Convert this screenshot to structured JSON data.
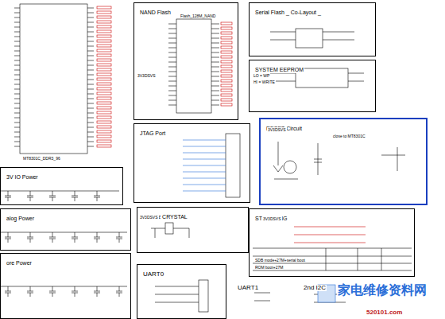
{
  "diagram": {
    "nodes": [
      {
        "text": [
          "NAND Flash"
        ]
      },
      {
        "text": [
          "Serial Flash _ Co-Layout _"
        ]
      },
      {
        "text": [
          "SYSTEM EEPROM"
        ]
      },
      {
        "text": [
          "JTAG Port"
        ]
      },
      {
        "text": [
          "RESET Circuit"
        ]
      },
      {
        "text": [
          "3V IO Power"
        ]
      },
      {
        "text": [
          "alog Power"
        ]
      },
      {
        "text": [
          "ore Power"
        ]
      },
      {
        "text": [
          "27MHz CRYSTAL"
        ]
      },
      {
        "text": [
          "STRAPPING"
        ]
      },
      {
        "text": [
          "UART0"
        ]
      },
      {
        "text": [
          "UART1"
        ]
      },
      {
        "text": [
          "2nd I2C"
        ]
      }
    ],
    "edges": [],
    "labels": [
      "close to MT8301C",
      "LO = WP",
      "HI = WRITE",
      "SDB mode+27M+serial boot",
      "ROM boot+27M",
      "Flash_128M_NAND",
      "MT8301C_DDR3_96",
      "3V3DSVS",
      "3V3DSVS",
      "3V3DSVS",
      "3V3DSVS",
      "家电维修资料网",
      "520101.com"
    ]
  }
}
